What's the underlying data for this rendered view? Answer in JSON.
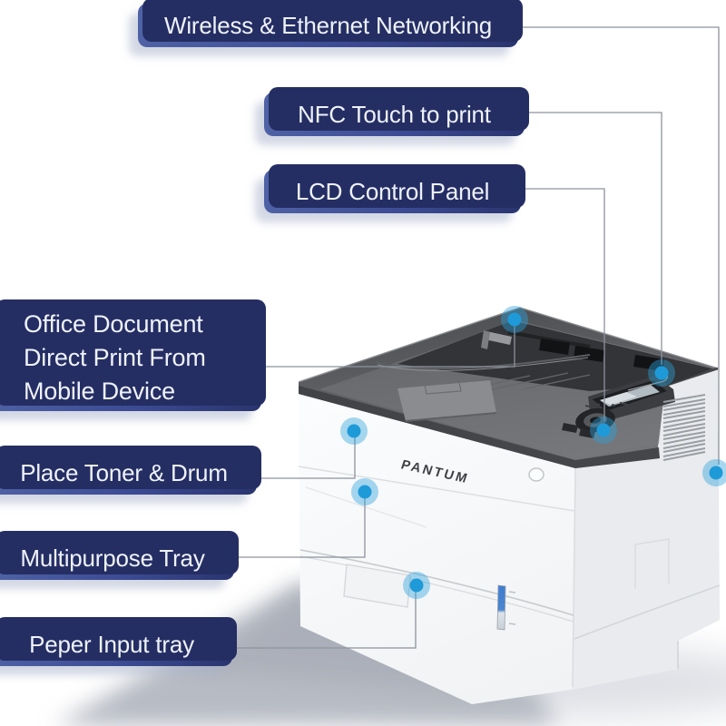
{
  "theme": {
    "background": "#ffffff",
    "label_gradient_start": "#5063a6",
    "label_gradient_mid": "#3c4b94",
    "label_gradient_end": "#2a356f",
    "label_shadow_dark": "#252e63",
    "label_text_color": "#eef2fb",
    "line_color": "#8d929b",
    "dot_outer_color": "#2ea2dc",
    "dot_inner_color": "#1f9ad8",
    "printer_top_color": "#5a5c60",
    "printer_body_color": "#fafbfd"
  },
  "callouts": [
    {
      "id": "wireless",
      "label": "Wireless & Ethernet Networking"
    },
    {
      "id": "nfc",
      "label": "NFC Touch to print"
    },
    {
      "id": "lcd",
      "label": "LCD Control Panel"
    },
    {
      "id": "mobile-print",
      "label": "Office Document\nDirect Print From\nMobile Device"
    },
    {
      "id": "toner",
      "label": "Place Toner & Drum"
    },
    {
      "id": "multipurpose-tray",
      "label": "Multipurpose Tray"
    },
    {
      "id": "paper-tray",
      "label": "Peper Input tray"
    }
  ],
  "printer": {
    "brand": "PANTUM"
  }
}
